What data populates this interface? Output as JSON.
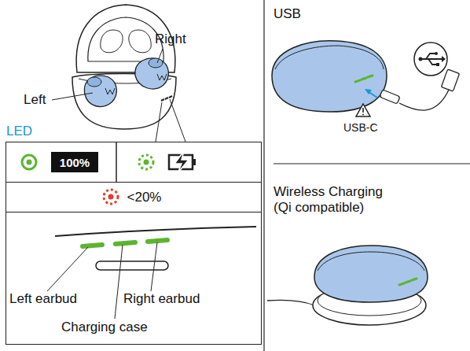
{
  "diagram": {
    "nodes": [
      {
        "text": [
          "LED"
        ]
      },
      {
        "text": [
          "100%"
        ],
        "in": 0
      },
      {
        "text": [
          "<20%"
        ],
        "in": 0
      }
    ],
    "labels": [
      "Right",
      "Left",
      "Left earbud",
      "Charging case",
      "Right earbud",
      "USB",
      "USB-C",
      "Wireless Charging (Qi compatible)"
    ]
  }
}
